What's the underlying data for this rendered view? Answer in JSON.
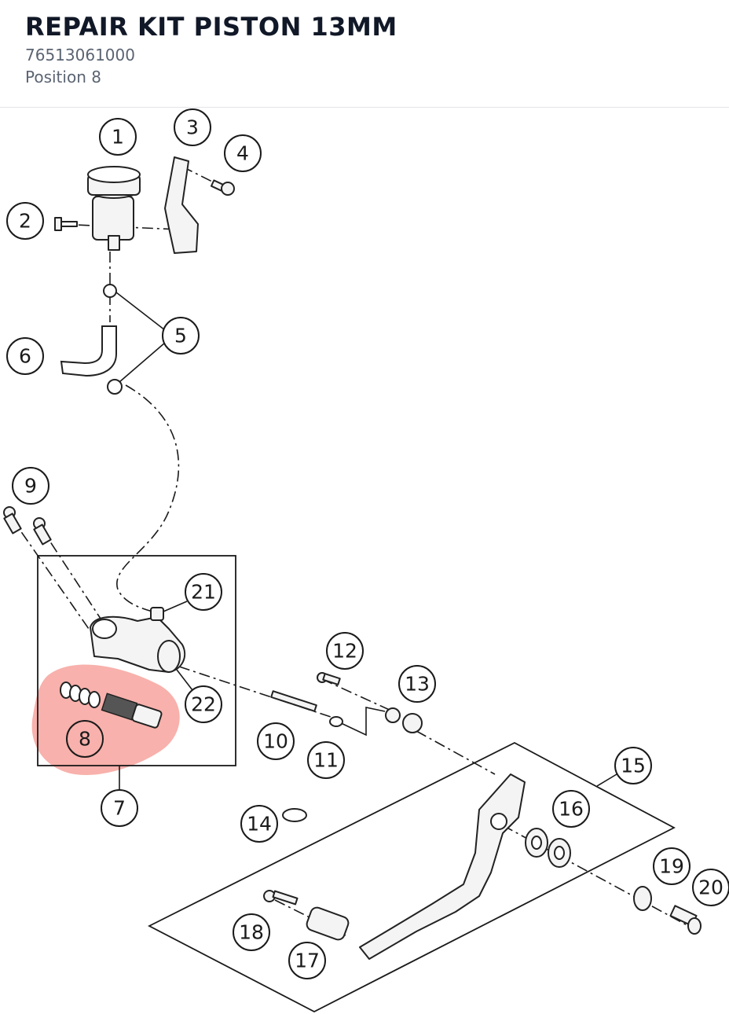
{
  "header": {
    "title": "REPAIR KIT PISTON 13MM",
    "part_number": "76513061000",
    "position_label": "Position 8"
  },
  "diagram": {
    "highlight_color": "#f7a39d",
    "highlighted_position": "8",
    "callouts": [
      "1",
      "2",
      "3",
      "4",
      "5",
      "6",
      "7",
      "8",
      "9",
      "10",
      "11",
      "12",
      "13",
      "14",
      "15",
      "16",
      "17",
      "18",
      "19",
      "20",
      "21",
      "22"
    ]
  }
}
